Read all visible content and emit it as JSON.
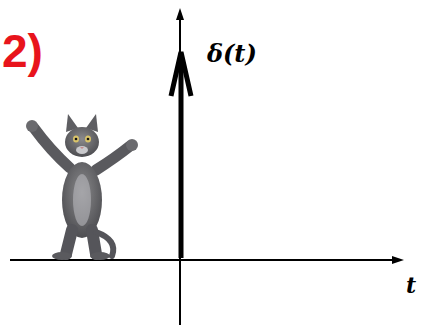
{
  "diagram": {
    "labels": [
      "2)",
      "δ(t)",
      "t"
    ]
  }
}
